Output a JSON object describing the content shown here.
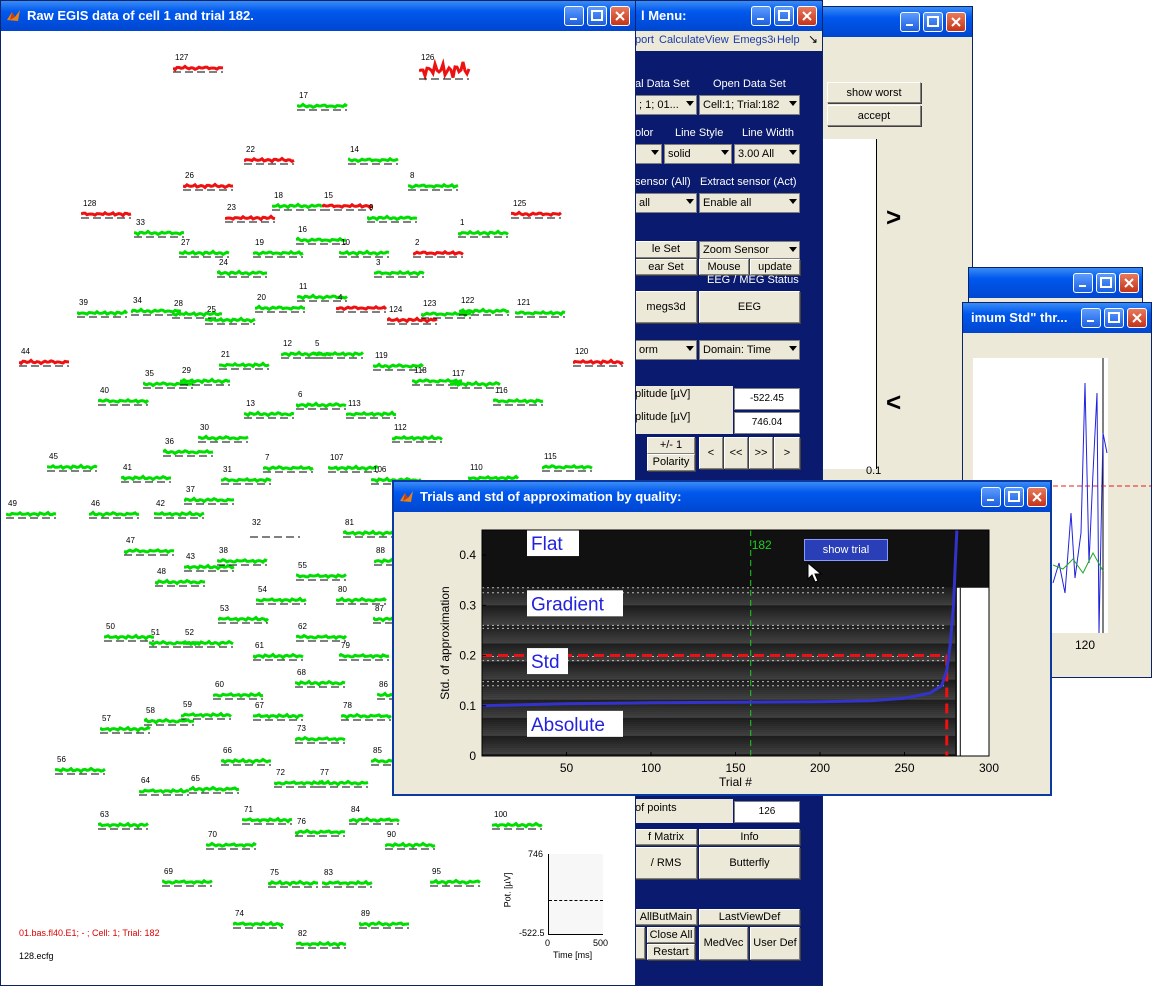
{
  "colors": {
    "good": "#00dd00",
    "bad": "#ee1111",
    "navy": "#0a1a6e",
    "accent": "#3333cc"
  },
  "raw_window": {
    "title": "Raw EGIS data of cell 1 and trial 182.",
    "footer_info": "01.bas.fl40.E1; - ; Cell: 1; Trial: 182",
    "footer_file": "128.ecfg",
    "inset": {
      "ylabel": "Pot. [µV]",
      "ymax": "746",
      "ymin": "-522.5",
      "xmin": "0",
      "xmax": "500",
      "xlabel": "Time [ms]"
    },
    "sensors": [
      {
        "id": "127",
        "bad": true
      },
      {
        "id": "126",
        "bad": true,
        "noisy": true
      },
      {
        "id": "17",
        "bad": false
      },
      {
        "id": "22",
        "bad": true
      },
      {
        "id": "14",
        "bad": false
      },
      {
        "id": "26",
        "bad": true
      },
      {
        "id": "8",
        "bad": false
      },
      {
        "id": "18",
        "bad": false
      },
      {
        "id": "15",
        "bad": true
      },
      {
        "id": "9",
        "bad": false
      },
      {
        "id": "128",
        "bad": true
      },
      {
        "id": "33",
        "bad": false
      },
      {
        "id": "23",
        "bad": true
      },
      {
        "id": "125",
        "bad": true
      },
      {
        "id": "1",
        "bad": false
      },
      {
        "id": "16",
        "bad": false
      },
      {
        "id": "27",
        "bad": false
      },
      {
        "id": "19",
        "bad": false
      },
      {
        "id": "10",
        "bad": false
      },
      {
        "id": "2",
        "bad": true
      },
      {
        "id": "24",
        "bad": false
      },
      {
        "id": "3",
        "bad": false
      },
      {
        "id": "11",
        "bad": false
      },
      {
        "id": "39",
        "bad": false
      },
      {
        "id": "34",
        "bad": false
      },
      {
        "id": "28",
        "bad": false
      },
      {
        "id": "20",
        "bad": false
      },
      {
        "id": "25",
        "bad": false
      },
      {
        "id": "4",
        "bad": true
      },
      {
        "id": "124",
        "bad": true
      },
      {
        "id": "123",
        "bad": false
      },
      {
        "id": "122",
        "bad": false
      },
      {
        "id": "121",
        "bad": false
      },
      {
        "id": "12",
        "bad": false
      },
      {
        "id": "5",
        "bad": false
      },
      {
        "id": "44",
        "bad": true
      },
      {
        "id": "21",
        "bad": false
      },
      {
        "id": "119",
        "bad": false
      },
      {
        "id": "120",
        "bad": true
      },
      {
        "id": "35",
        "bad": false
      },
      {
        "id": "29",
        "bad": false
      },
      {
        "id": "118",
        "bad": false
      },
      {
        "id": "117",
        "bad": false
      },
      {
        "id": "40",
        "bad": false
      },
      {
        "id": "6",
        "bad": false
      },
      {
        "id": "116",
        "bad": false
      },
      {
        "id": "13",
        "bad": false
      },
      {
        "id": "113",
        "bad": false
      },
      {
        "id": "30",
        "bad": false
      },
      {
        "id": "112",
        "bad": false
      },
      {
        "id": "36",
        "bad": false
      },
      {
        "id": "45",
        "bad": false
      },
      {
        "id": "7",
        "bad": false
      },
      {
        "id": "107",
        "bad": false
      },
      {
        "id": "115",
        "bad": false
      },
      {
        "id": "41",
        "bad": false
      },
      {
        "id": "31",
        "bad": false
      },
      {
        "id": "106",
        "bad": false
      },
      {
        "id": "110",
        "bad": false
      },
      {
        "id": "37",
        "bad": false
      },
      {
        "id": "49",
        "bad": false
      },
      {
        "id": "46",
        "bad": false
      },
      {
        "id": "42",
        "bad": false
      },
      {
        "id": "32",
        "bad": false,
        "empty": true
      },
      {
        "id": "81",
        "bad": false
      },
      {
        "id": "47",
        "bad": false
      },
      {
        "id": "43",
        "bad": false
      },
      {
        "id": "38",
        "bad": false
      },
      {
        "id": "88",
        "bad": false
      },
      {
        "id": "55",
        "bad": false
      },
      {
        "id": "48",
        "bad": false
      },
      {
        "id": "54",
        "bad": false
      },
      {
        "id": "80",
        "bad": false
      },
      {
        "id": "53",
        "bad": false
      },
      {
        "id": "87",
        "bad": false
      },
      {
        "id": "50",
        "bad": false
      },
      {
        "id": "51",
        "bad": false
      },
      {
        "id": "52",
        "bad": false
      },
      {
        "id": "62",
        "bad": false
      },
      {
        "id": "61",
        "bad": false
      },
      {
        "id": "79",
        "bad": false
      },
      {
        "id": "68",
        "bad": false
      },
      {
        "id": "60",
        "bad": false
      },
      {
        "id": "86",
        "bad": false
      },
      {
        "id": "59",
        "bad": false
      },
      {
        "id": "58",
        "bad": false
      },
      {
        "id": "67",
        "bad": false
      },
      {
        "id": "78",
        "bad": false
      },
      {
        "id": "57",
        "bad": false
      },
      {
        "id": "73",
        "bad": false
      },
      {
        "id": "66",
        "bad": false
      },
      {
        "id": "85",
        "bad": false
      },
      {
        "id": "56",
        "bad": false
      },
      {
        "id": "72",
        "bad": false
      },
      {
        "id": "77",
        "bad": false
      },
      {
        "id": "64",
        "bad": false
      },
      {
        "id": "65",
        "bad": false
      },
      {
        "id": "71",
        "bad": false
      },
      {
        "id": "84",
        "bad": false
      },
      {
        "id": "63",
        "bad": false
      },
      {
        "id": "76",
        "bad": false
      },
      {
        "id": "100",
        "bad": false
      },
      {
        "id": "70",
        "bad": false
      },
      {
        "id": "90",
        "bad": false
      },
      {
        "id": "69",
        "bad": false
      },
      {
        "id": "75",
        "bad": false
      },
      {
        "id": "83",
        "bad": false
      },
      {
        "id": "95",
        "bad": false
      },
      {
        "id": "74",
        "bad": false
      },
      {
        "id": "89",
        "bad": false
      },
      {
        "id": "82",
        "bad": false
      }
    ]
  },
  "menu_window": {
    "title": "l Menu:",
    "menubar": [
      "port",
      "Calculate",
      "View",
      "Emegs3d",
      "Help"
    ],
    "labels": {
      "data_set": "al Data Set",
      "open_data_set": "Open Data Set",
      "color": "olor",
      "line_style": "Line Style",
      "line_width": "Line Width",
      "sensor_all": "sensor (All)",
      "extract_sensor": "Extract sensor (Act)",
      "eeg_status": "EEG / MEG Status",
      "amp_min": "plitude [µV]",
      "amp_max": "plitude [µV]",
      "points": "of points"
    },
    "dropdowns": {
      "data_set": "; 1; 01...",
      "open_data_set": "Cell:1; Trial:182",
      "color": "",
      "line_style": "solid",
      "line_width": "3.00 All",
      "sensor_all": "all",
      "extract": "Enable all",
      "zoom": "Zoom Sensor",
      "form": "orm",
      "domain": "Domain: Time"
    },
    "buttons": {
      "le_set": "le Set",
      "clear_set": "ear Set",
      "mouse": "Mouse",
      "update": "update",
      "emegs3d": "megs3d",
      "eeg": "EEG",
      "pm1": "+/- 1",
      "polarity": "Polarity",
      "prev": "<",
      "first": "<<",
      "last": ">>",
      "next": ">",
      "matrix": "f Matrix",
      "info": "Info",
      "rms": "/ RMS",
      "butterfly": "Butterfly",
      "allbutmain": "AllButMain",
      "lastviewdef": "LastViewDef",
      "close_all": "Close All",
      "restart": "Restart",
      "medvec": "MedVec",
      "userdef": "User Def"
    },
    "fields": {
      "amp_min": "-522.45",
      "amp_max": "746.04",
      "points": "126"
    }
  },
  "back_window": {
    "buttons": {
      "show_worst": "show worst",
      "accept": "accept"
    },
    "arrows": {
      "up": ">",
      "down": "<"
    },
    "tick": "0.1"
  },
  "right_window2": {
    "title": "imum Std\" thr...",
    "xtick": "120"
  },
  "quality_window": {
    "title": "Trials and std of approximation by quality:",
    "show_trial": "show trial"
  },
  "chart_data": {
    "type": "heatmap",
    "xlabel": "Trial #",
    "ylabel": "Std. of approximation",
    "xlim": [
      0,
      300
    ],
    "ylim": [
      0,
      0.45
    ],
    "xticks": [
      50,
      100,
      150,
      200,
      250,
      300
    ],
    "yticks": [
      0,
      0.1,
      0.2,
      0.3,
      0.4
    ],
    "threshold_y": 0.2,
    "selected_trial": {
      "x": 159,
      "label": "182"
    },
    "cutoff_x": 275,
    "region_labels": [
      {
        "text": "Flat",
        "y": 0.42
      },
      {
        "text": "Gradient",
        "y": 0.3
      },
      {
        "text": "Std",
        "y": 0.185
      },
      {
        "text": "Absolute",
        "y": 0.06
      }
    ],
    "sorted_std_curve": {
      "x": [
        0,
        50,
        100,
        150,
        200,
        230,
        250,
        265,
        272,
        275,
        277,
        279,
        280,
        281
      ],
      "y": [
        0.1,
        0.104,
        0.106,
        0.107,
        0.108,
        0.11,
        0.115,
        0.125,
        0.14,
        0.17,
        0.22,
        0.3,
        0.38,
        0.45
      ]
    }
  }
}
